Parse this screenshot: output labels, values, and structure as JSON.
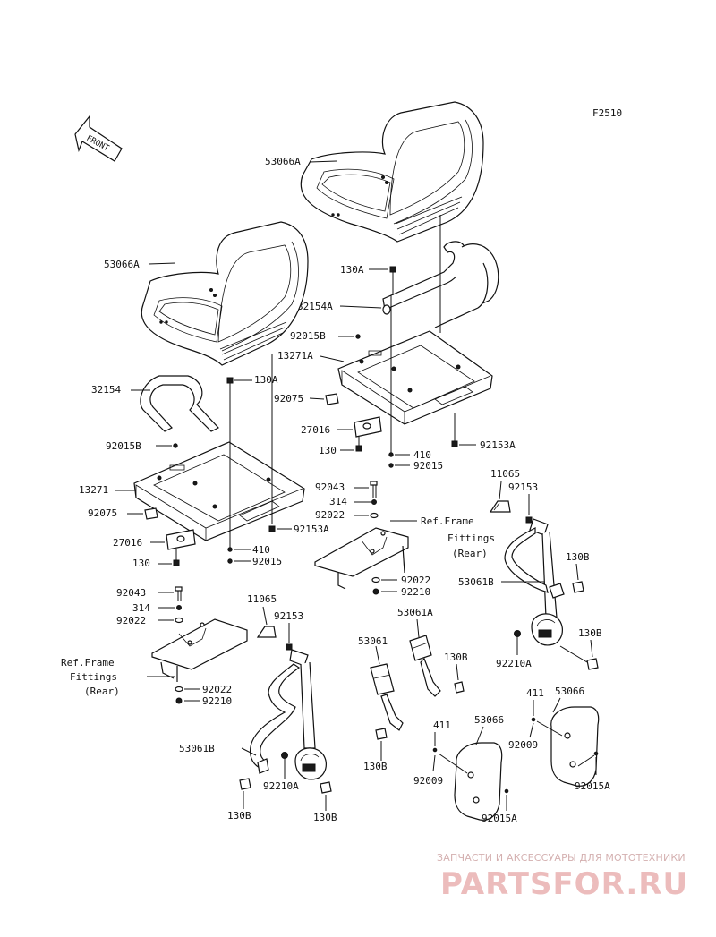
{
  "figure_code": "F2510",
  "front_arrow_label": "FRONT",
  "colors": {
    "line": "#111111",
    "watermark_text": "#d4b0b0",
    "watermark_logo": "#ecbcbc"
  },
  "watermark": {
    "tagline": "ЗАПЧАСТИ И АКСЕССУАРЫ ДЛЯ МОТОТЕХНИКИ",
    "logo": "PARTSFOR.RU"
  },
  "labels": {
    "seat_right": "53066A",
    "seat_left": "53066A",
    "bolt_130a_right": "130A",
    "hinge_32154a": "32154A",
    "bolt_92015b_right": "92015B",
    "base_13271a": "13271A",
    "washer_92075_right": "92075",
    "bracket_27016_right": "27016",
    "bolt_130_right": "130",
    "collar_410_right": "410",
    "washer_92015_right": "92015",
    "nut_92153a_right": "92153A",
    "bar_32154_left": "32154",
    "bolt_130a_left": "130A",
    "bolt_92015b_left": "92015B",
    "base_13271_left": "13271",
    "washer_92075_left": "92075",
    "bracket_27016_left": "27016",
    "bolt_130_left": "130",
    "collar_410_left": "410",
    "washer_92015_left": "92015",
    "nut_92153a_left": "92153A",
    "cover_11065_right": "11065",
    "nut_92153_right": "92153",
    "bolt_92043_right": "92043",
    "nut_314_right": "314",
    "washer_92022_right_top": "92022",
    "ref_frame_right_1": "Ref.Frame",
    "ref_frame_right_2": "Fittings",
    "ref_frame_right_3": "(Rear)",
    "washer_92022_right_bottom": "92022",
    "spacer_92210_right": "92210",
    "bolt_130b_right_top": "130B",
    "belt_53061b_right": "53061B",
    "bolt_130b_right_bottom": "130B",
    "spacer_92210a_right": "92210A",
    "buckle_53061a": "53061A",
    "bolt_130b_buckle_a": "130B",
    "buckle_53061": "53061",
    "bolt_130b_buckle": "130B",
    "collar_411_right": "411",
    "pad_53066_right": "53066",
    "clip_92009_right": "92009",
    "screw_92015a_right": "92015A",
    "collar_411_mid": "411",
    "pad_53066_mid": "53066",
    "clip_92009_mid": "92009",
    "screw_92015a_mid": "92015A",
    "bolt_92043_left": "92043",
    "nut_314_left": "314",
    "washer_92022_left_top": "92022",
    "cover_11065_left": "11065",
    "nut_92153_left": "92153",
    "ref_frame_left_1": "Ref.Frame",
    "ref_frame_left_2": "Fittings",
    "ref_frame_left_3": "(Rear)",
    "washer_92022_left_bottom": "92022",
    "spacer_92210_left": "92210",
    "belt_53061b_left": "53061B",
    "spacer_92210a_left": "92210A",
    "bolt_130b_left_1": "130B",
    "bolt_130b_left_2": "130B"
  }
}
